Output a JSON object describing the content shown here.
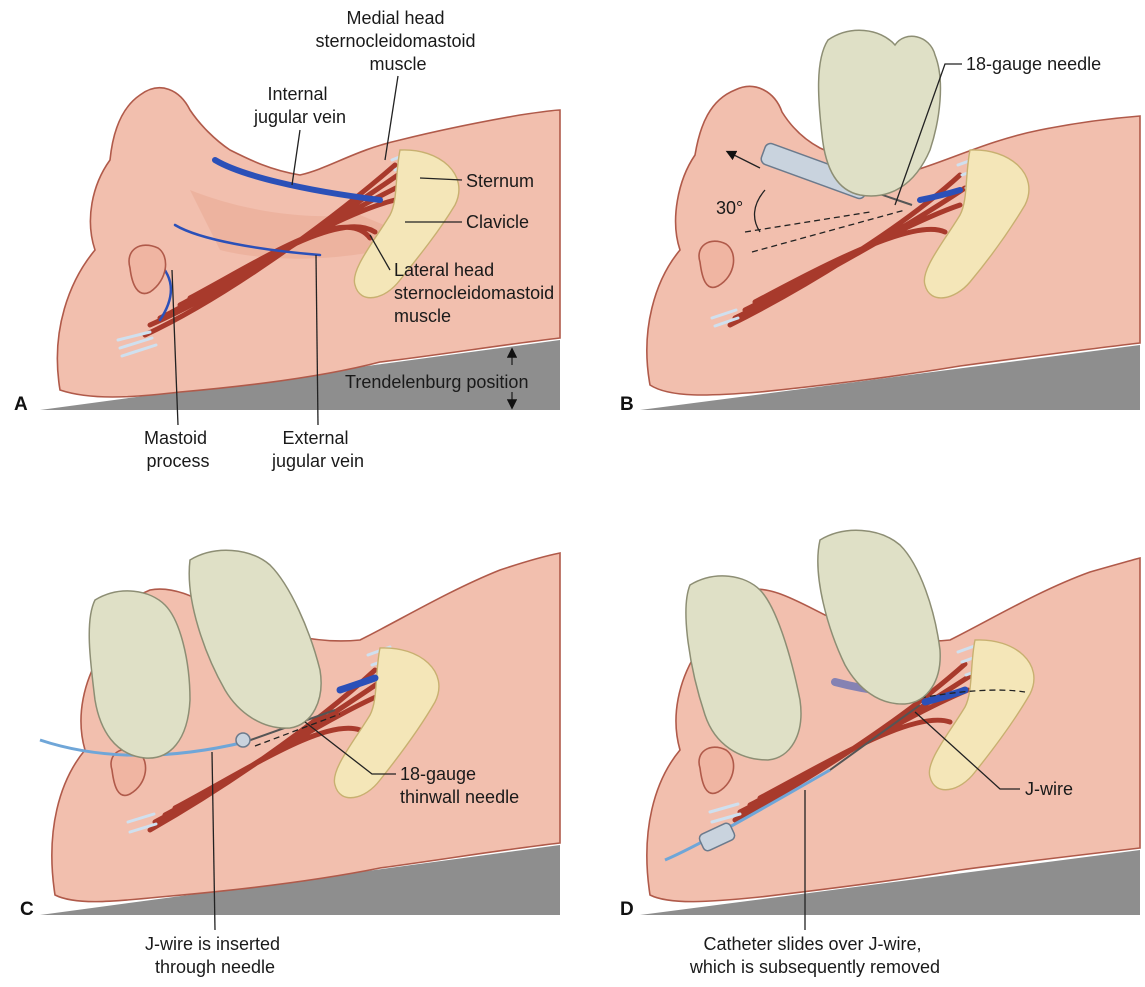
{
  "panels": {
    "A": {
      "letter": "A",
      "medial_head": [
        "Medial head",
        "sternocleidomastoid",
        "muscle"
      ],
      "internal_jugular": [
        "Internal",
        "jugular vein"
      ],
      "sternum": "Sternum",
      "clavicle": "Clavicle",
      "lateral_head": [
        "Lateral head",
        "sternocleidomastoid",
        "muscle"
      ],
      "trendelenburg": "Trendelenburg position",
      "mastoid": [
        "Mastoid",
        "process"
      ],
      "external_jugular": [
        "External",
        "jugular vein"
      ]
    },
    "B": {
      "letter": "B",
      "needle": "18-gauge needle",
      "angle": "30°"
    },
    "C": {
      "letter": "C",
      "needle": [
        "18-gauge",
        "thinwall needle"
      ],
      "caption": [
        "J-wire is inserted",
        "through needle"
      ]
    },
    "D": {
      "letter": "D",
      "jwire": "J-wire",
      "caption": [
        "Catheter slides over J-wire,",
        "which is subsequently removed"
      ]
    }
  },
  "colors": {
    "skin": "#f2bfae",
    "muscle": "#a83a2c",
    "vein": "#2b50b8",
    "bone": "#f4e6b8",
    "glove": "#dfe0c6",
    "table": "#8e8e8e"
  }
}
